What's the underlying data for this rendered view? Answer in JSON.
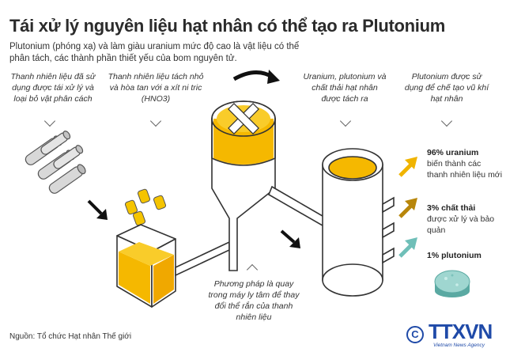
{
  "title": "Tái xử lý nguyên liệu hạt nhân có thể tạo ra Plutonium",
  "subtitle": "Plutonium (phóng xạ) và làm giàu uranium mức độ cao là vật liệu có thể phân tách, các thành phần thiết yếu của bom nguyên tử.",
  "steps": [
    "Thanh nhiên liệu đã sử dụng được tái xử lý và loại bỏ vật phân cách",
    "Thanh nhiên liệu tách nhỏ và hòa tan với a xít ni tric (HNO3)",
    "Uranium, plutonium và chất thải hạt nhân được tách ra",
    "Plutonium được sử dụng để chế tạo vũ khí hạt nhân"
  ],
  "centrifuge_note": "Phương pháp là quay trong máy ly tâm để thay đổi thể rắn của thanh nhiên liệu",
  "outputs": [
    {
      "bold": "96% uranium",
      "rest": "biến thành các thanh nhiên liệu mới",
      "color": "#f0b400",
      "icon": "arrow-up-right-icon"
    },
    {
      "bold": "3% chất thải",
      "rest": "được xử lý và bảo quản",
      "color": "#b8860b",
      "icon": "arrow-up-right-icon"
    },
    {
      "bold": "1% plutonium",
      "rest": "",
      "color": "#6fbfb8",
      "icon": "arrow-up-right-icon"
    }
  ],
  "source": "Nguồn: Tổ chức Hạt nhân Thế giới",
  "logo": {
    "copyright": "C",
    "name": "TTXVN",
    "sub": "Vietnam News Agency"
  },
  "colors": {
    "liquid": "#f5b800",
    "outline": "#333333",
    "pipe": "#ffffff",
    "accent": "#1f4aa8"
  }
}
